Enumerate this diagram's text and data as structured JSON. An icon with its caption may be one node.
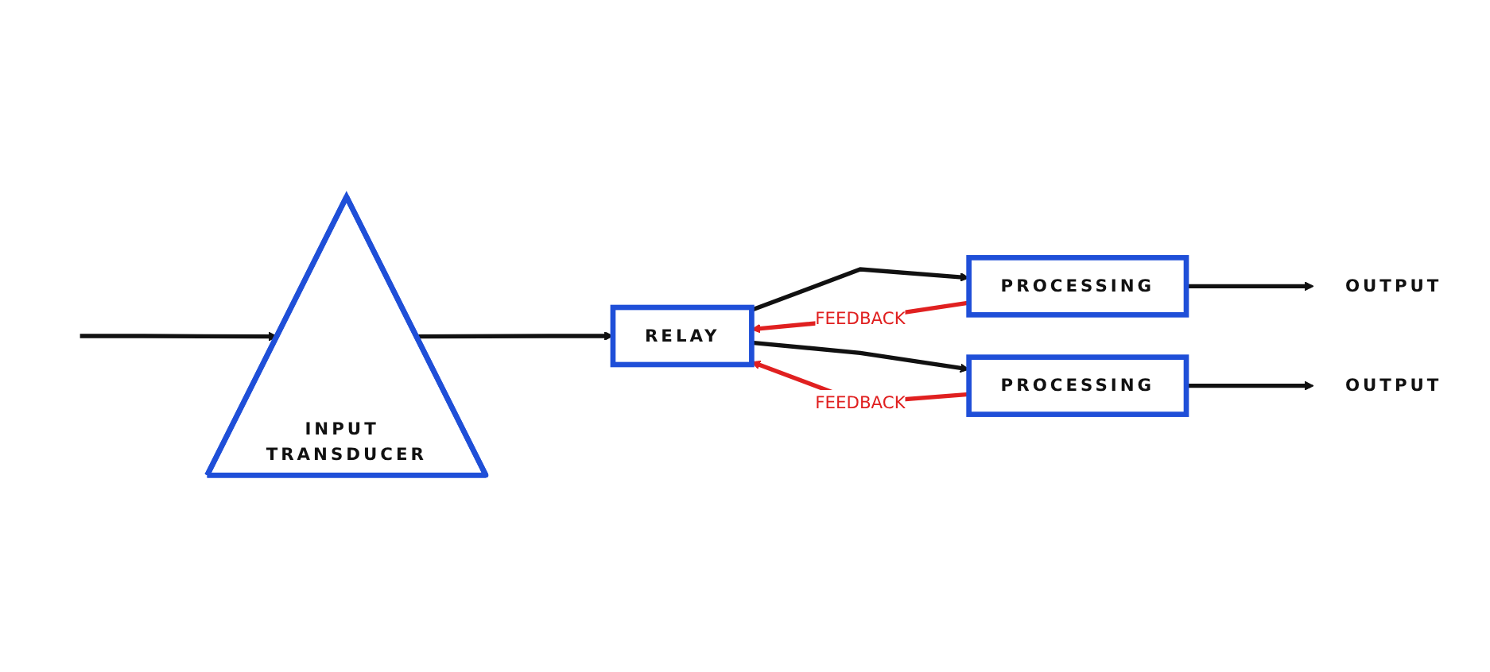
{
  "diagram": {
    "nodes": [
      {
        "text": [
          "INPUT TRANSDUCER"
        ]
      },
      {
        "text": [
          "RELAY"
        ]
      },
      {
        "text": [
          "PROCESSING"
        ]
      },
      {
        "text": [
          "PROCESSING"
        ]
      },
      {
        "text": [
          "OUTPUT"
        ]
      },
      {
        "text": [
          "OUTPUT"
        ]
      }
    ],
    "edges": [
      {
        "from": null,
        "to": 0,
        "arrow": "to"
      },
      {
        "from": 0,
        "to": 1,
        "arrow": "to"
      },
      {
        "from": 1,
        "to": 2,
        "arrow": "to"
      },
      {
        "from": 1,
        "to": 3,
        "arrow": "to"
      },
      {
        "from": 2,
        "to": 4,
        "arrow": "to"
      },
      {
        "from": 3,
        "to": 5,
        "arrow": "to"
      },
      {
        "from": 2,
        "to": 1,
        "arrow": "to",
        "label": "FEEDBACK",
        "color": "#e02020"
      },
      {
        "from": 3,
        "to": 1,
        "arrow": "to",
        "label": "FEEDBACK",
        "color": "#e02020"
      }
    ]
  }
}
